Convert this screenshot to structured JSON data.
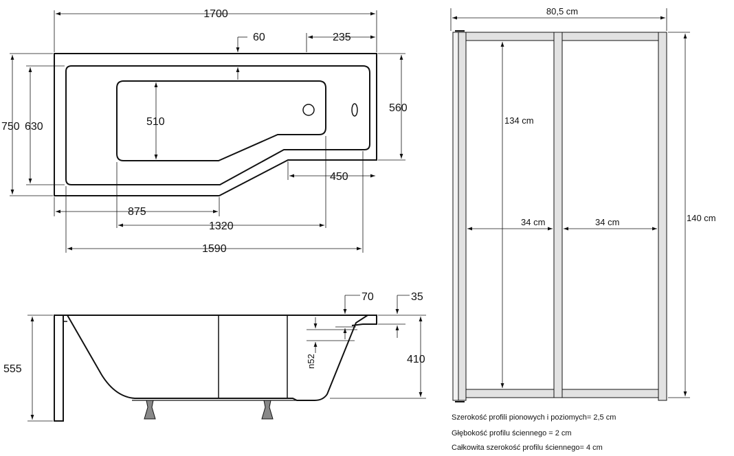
{
  "top_view": {
    "dims": {
      "overall_length": "1700",
      "rim_60": "60",
      "rim_235": "235",
      "overall_width": "750",
      "inner_width": "630",
      "basin_510": "510",
      "depth_560": "560",
      "narrow_450": "450",
      "basin_875": "875",
      "basin_1320": "1320",
      "inner_1590": "1590"
    }
  },
  "side_view": {
    "dims": {
      "height_555": "555",
      "rim_70": "70",
      "rim_35": "35",
      "overflow_52": "n52",
      "depth_410": "410"
    }
  },
  "screen_view": {
    "dims": {
      "total_width": "80,5 cm",
      "panel_height": "134 cm",
      "total_height": "140 cm",
      "panel_left": "34 cm",
      "panel_right": "34 cm"
    },
    "notes": [
      "Szerokość profili pionowych i poziomych= 2,5 cm",
      "Głębokość profilu ściennego = 2 cm",
      "Całkowita szerokość profilu ściennego= 4 cm"
    ]
  }
}
